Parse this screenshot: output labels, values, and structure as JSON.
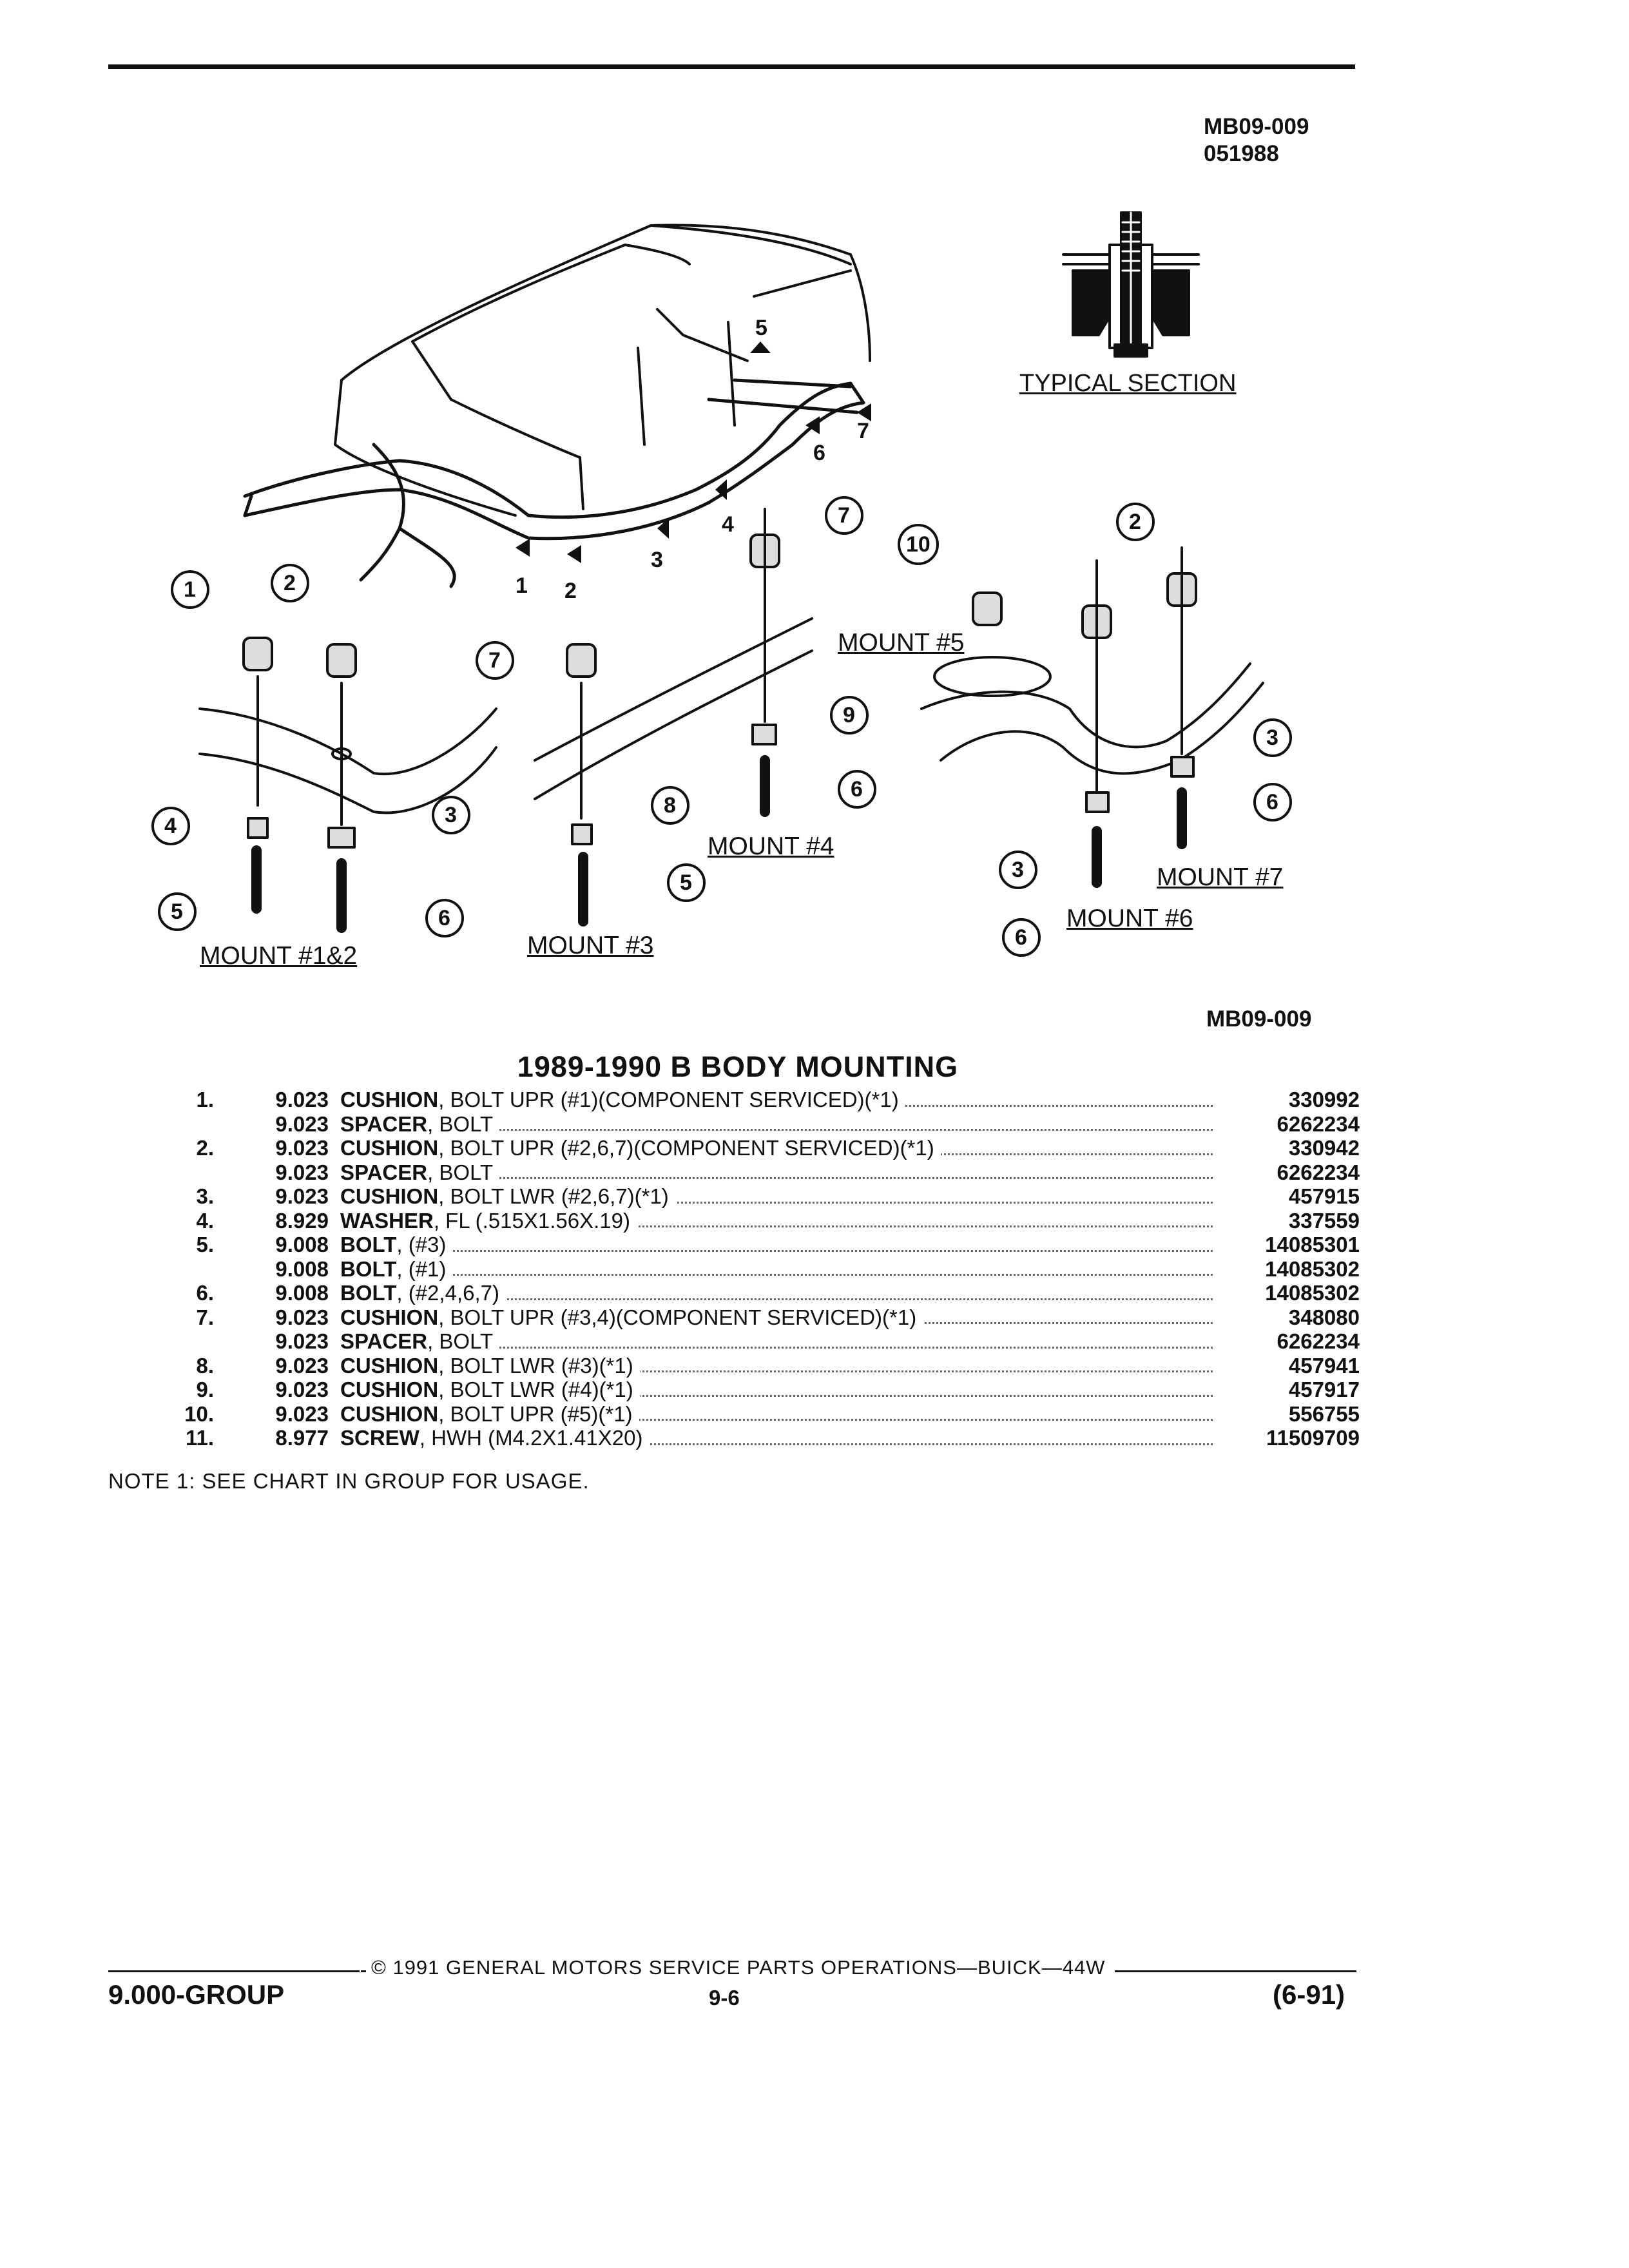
{
  "header": {
    "doc_id": "MB09-009",
    "doc_date": "051988"
  },
  "diagram": {
    "typical_section_label": "TYPICAL SECTION",
    "mount_labels": {
      "m12": "MOUNT #1&2",
      "m3": "MOUNT #3",
      "m4": "MOUNT #4",
      "m5": "MOUNT #5",
      "m6": "MOUNT #6",
      "m7": "MOUNT #7"
    },
    "callouts": {
      "n1": "1",
      "n2": "2",
      "n3": "3",
      "n4": "4",
      "n5": "5",
      "n6": "6",
      "n7": "7",
      "n8": "8",
      "n9": "9",
      "n10": "10"
    },
    "ref_id": "MB09-009"
  },
  "parts_list": {
    "title": "1989-1990 B BODY MOUNTING",
    "rows": [
      {
        "no": "1.",
        "group": "9.023",
        "name": "CUSHION",
        "desc": ", BOLT UPR (#1)(COMPONENT SERVICED)(*1)",
        "part": "330992"
      },
      {
        "no": "",
        "group": "9.023",
        "name": "SPACER",
        "desc": ", BOLT",
        "part": "6262234"
      },
      {
        "no": "2.",
        "group": "9.023",
        "name": "CUSHION",
        "desc": ", BOLT UPR (#2,6,7)(COMPONENT SERVICED)(*1)",
        "part": "330942"
      },
      {
        "no": "",
        "group": "9.023",
        "name": "SPACER",
        "desc": ", BOLT",
        "part": "6262234"
      },
      {
        "no": "3.",
        "group": "9.023",
        "name": "CUSHION",
        "desc": ", BOLT LWR (#2,6,7)(*1)",
        "part": "457915"
      },
      {
        "no": "4.",
        "group": "8.929",
        "name": "WASHER",
        "desc": ", FL (.515X1.56X.19)",
        "part": "337559"
      },
      {
        "no": "5.",
        "group": "9.008",
        "name": "BOLT",
        "desc": ", (#3)",
        "part": "14085301"
      },
      {
        "no": "",
        "group": "9.008",
        "name": "BOLT",
        "desc": ", (#1)",
        "part": "14085302"
      },
      {
        "no": "6.",
        "group": "9.008",
        "name": "BOLT",
        "desc": ", (#2,4,6,7)",
        "part": "14085302"
      },
      {
        "no": "7.",
        "group": "9.023",
        "name": "CUSHION",
        "desc": ", BOLT UPR (#3,4)(COMPONENT SERVICED)(*1)",
        "part": "348080"
      },
      {
        "no": "",
        "group": "9.023",
        "name": "SPACER",
        "desc": ", BOLT",
        "part": "6262234"
      },
      {
        "no": "8.",
        "group": "9.023",
        "name": "CUSHION",
        "desc": ", BOLT LWR (#3)(*1)",
        "part": "457941"
      },
      {
        "no": "9.",
        "group": "9.023",
        "name": "CUSHION",
        "desc": ", BOLT LWR (#4)(*1)",
        "part": "457917"
      },
      {
        "no": "10.",
        "group": "9.023",
        "name": "CUSHION",
        "desc": ", BOLT UPR (#5)(*1)",
        "part": "556755"
      },
      {
        "no": "11.",
        "group": "8.977",
        "name": "SCREW",
        "desc": ", HWH (M4.2X1.41X20)",
        "part": "11509709"
      }
    ],
    "note": "NOTE  1:  SEE CHART IN GROUP FOR USAGE."
  },
  "footer": {
    "copyright": "© 1991 GENERAL MOTORS SERVICE PARTS OPERATIONS—BUICK—44W",
    "group": "9.000-GROUP",
    "page": "9-6",
    "date_code": "(6-91)"
  }
}
